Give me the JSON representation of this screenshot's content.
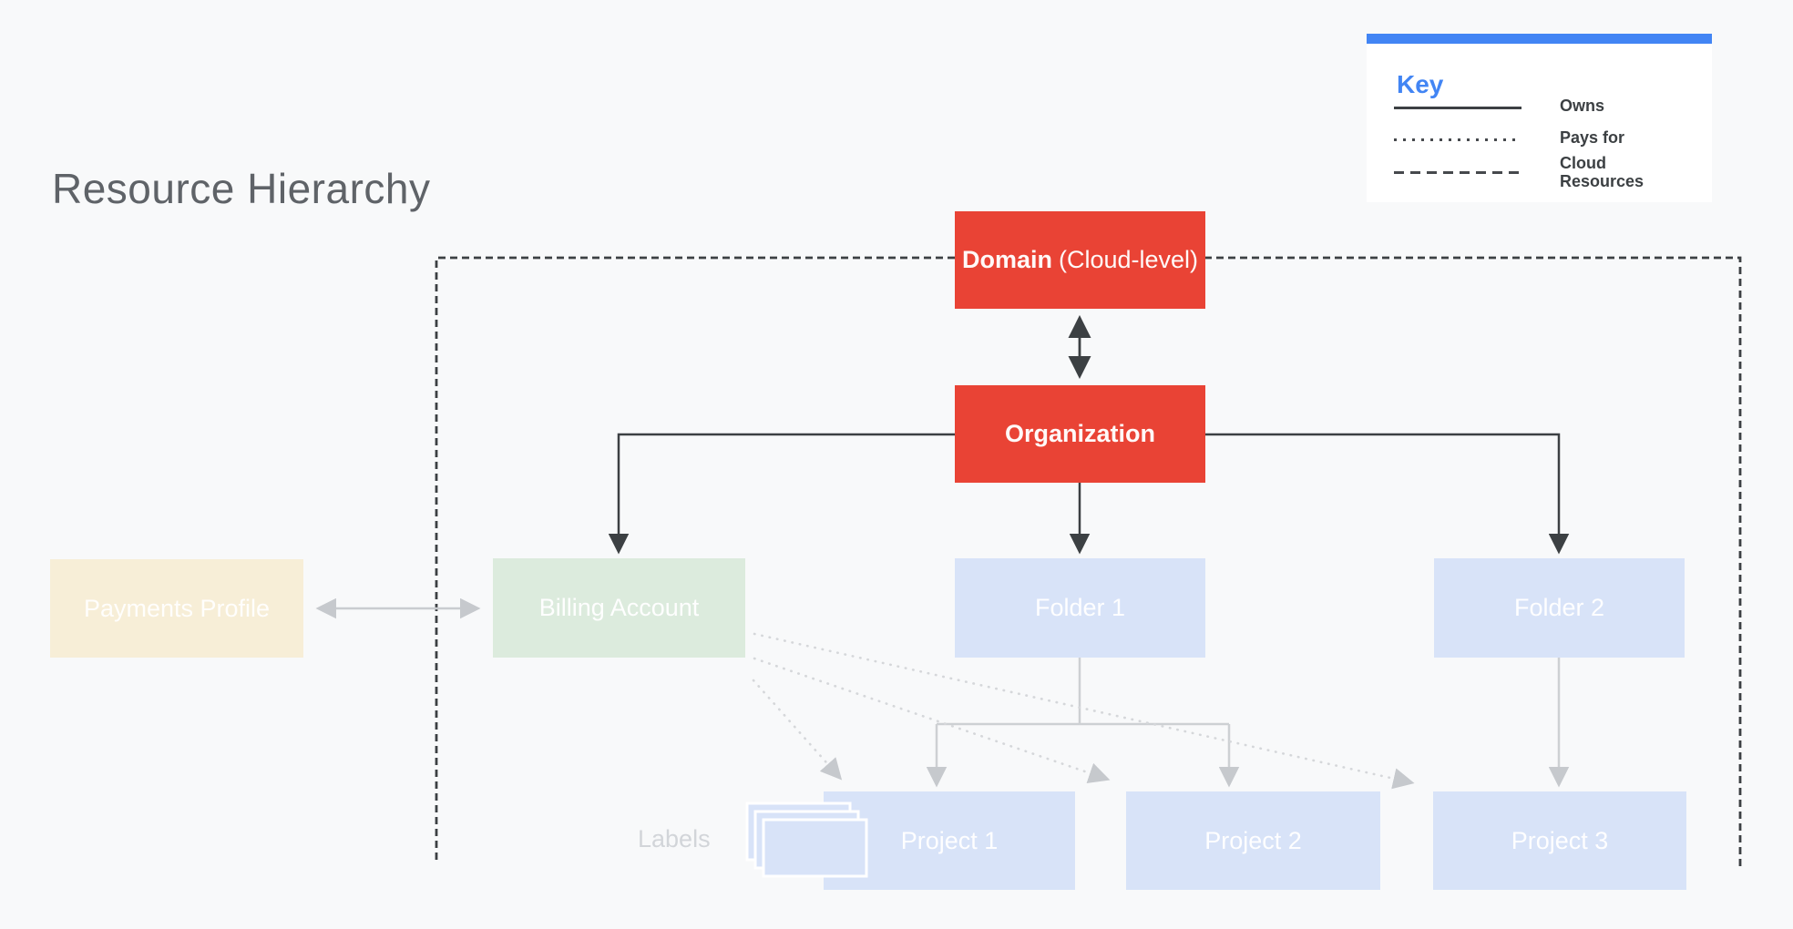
{
  "title": "Resource Hierarchy",
  "legend": {
    "title": "Key",
    "items": [
      {
        "style": "solid",
        "label": "Owns"
      },
      {
        "style": "dotted",
        "label": "Pays for"
      },
      {
        "style": "dashed",
        "label": "Cloud Resources"
      }
    ]
  },
  "nodes": {
    "domain": {
      "label_bold": "Domain",
      "label_suffix": "(Cloud-level)"
    },
    "organization": {
      "label": "Organization"
    },
    "payments_profile": {
      "label": "Payments Profile"
    },
    "billing_account": {
      "label": "Billing Account"
    },
    "folder1": {
      "label": "Folder 1"
    },
    "folder2": {
      "label": "Folder 2"
    },
    "project1": {
      "label": "Project 1"
    },
    "project2": {
      "label": "Project 2"
    },
    "project3": {
      "label": "Project 3"
    },
    "labels_caption": "Labels"
  },
  "colors": {
    "background": "#F8F9FA",
    "brand_red": "#E94335",
    "box_blue": "#D8E3F8",
    "box_green": "#DCEBDD",
    "box_cream": "#F7EED7",
    "accent_blue": "#4285F4",
    "dark_line": "#3C4043",
    "gray_line": "#C9CCD0",
    "title_gray": "#5F6368"
  }
}
